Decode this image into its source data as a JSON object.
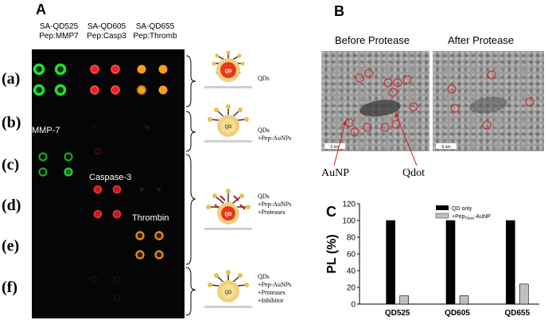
{
  "panel_a": {
    "letter": "A",
    "columns": [
      {
        "name": "SA-QD525",
        "pep": "Pep:MMP7"
      },
      {
        "name": "SA-QD605",
        "pep": "Pep:Casp3"
      },
      {
        "name": "SA-QD655",
        "pep": "Pep:Thromb"
      }
    ],
    "rows": [
      "(a)",
      "(b)",
      "(c)",
      "(d)",
      "(e)",
      "(f)"
    ],
    "blot_labels": {
      "mmp": "MMP-7",
      "casp": "Caspase-3",
      "thromb": "Thrombin"
    },
    "conditions": {
      "a": [
        "QDs"
      ],
      "b": [
        "QDs",
        "+Pep-AuNPs"
      ],
      "d": [
        "QDs",
        "+Pep-AuNPs",
        "+Proteases"
      ],
      "f": [
        "QDs",
        "+Pep-AuNPs",
        "+Proteases",
        "+Inhibitor"
      ]
    },
    "qd_label": "QD",
    "colors": {
      "green": "#22dd33",
      "red": "#ee2222",
      "orange": "#f5a020",
      "gold": "#e8c050"
    }
  },
  "panel_b": {
    "letter": "B",
    "before": "Before Protease",
    "after": "After Protease",
    "scale_before": "5 nm",
    "scale_after": "5 nm",
    "auNP": "AuNP",
    "qdot": "Qdot"
  },
  "panel_c": {
    "letter": "C"
  },
  "chart_data": {
    "type": "bar",
    "categories": [
      "QD525",
      "QD605",
      "QD655"
    ],
    "series": [
      {
        "name": "QD only",
        "values": [
          100,
          100,
          100
        ],
        "color": "#000000"
      },
      {
        "name": "+Pep-AuNP",
        "values": [
          10,
          10,
          24
        ],
        "color": "#c0c0c0"
      }
    ],
    "ylabel": "PL (%)",
    "ylim": [
      0,
      120
    ],
    "yticks": [
      0,
      20,
      40,
      60,
      80,
      100,
      120
    ],
    "legend": {
      "qd_only": "QD only",
      "pep_prefix": "+Pep",
      "pep_sub": "Thrm",
      "pep_suffix": "-AuNP",
      "placement": "top-right"
    }
  }
}
